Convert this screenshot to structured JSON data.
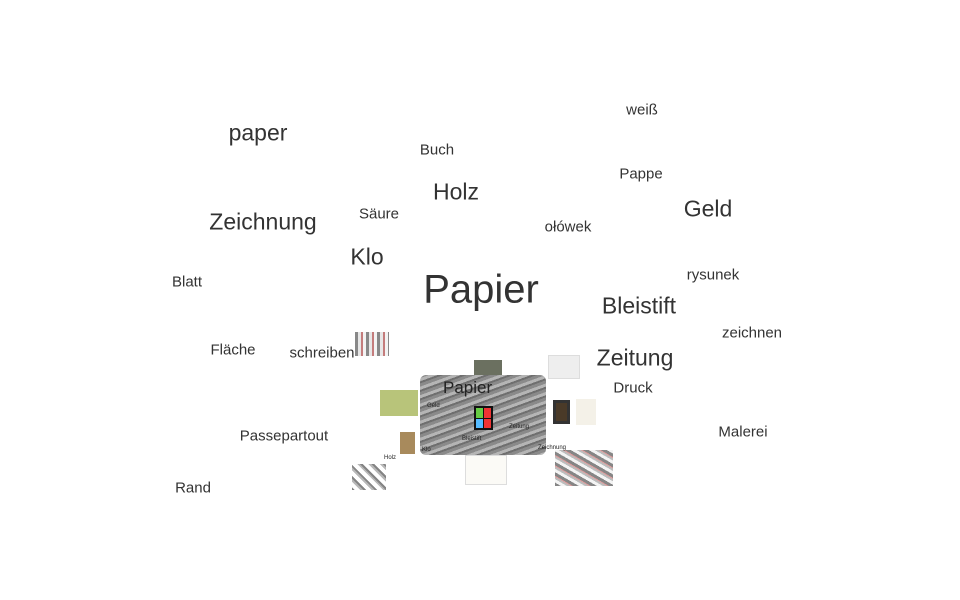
{
  "words": {
    "weiss": "weiß",
    "paper": "paper",
    "buch": "Buch",
    "pappe": "Pappe",
    "holz": "Holz",
    "geld": "Geld",
    "zeichnung": "Zeichnung",
    "saeure": "Säure",
    "olowek": "ołówek",
    "klo": "Klo",
    "blatt": "Blatt",
    "papier": "Papier",
    "rysunek": "rysunek",
    "bleistift": "Bleistift",
    "zeichnen": "zeichnen",
    "flaeche": "Fläche",
    "schreiben": "schreiben",
    "zeitung": "Zeitung",
    "druck": "Druck",
    "passepartout": "Passepartout",
    "malerei": "Malerei",
    "rand": "Rand"
  },
  "center_cluster": {
    "title": "Papier",
    "labels": {
      "geld": "Geld",
      "bleistift": "Bleistift",
      "zeitung": "Zeitung",
      "klo": "Klo",
      "holz": "Holz",
      "zeichnung": "Zeichnung"
    }
  }
}
